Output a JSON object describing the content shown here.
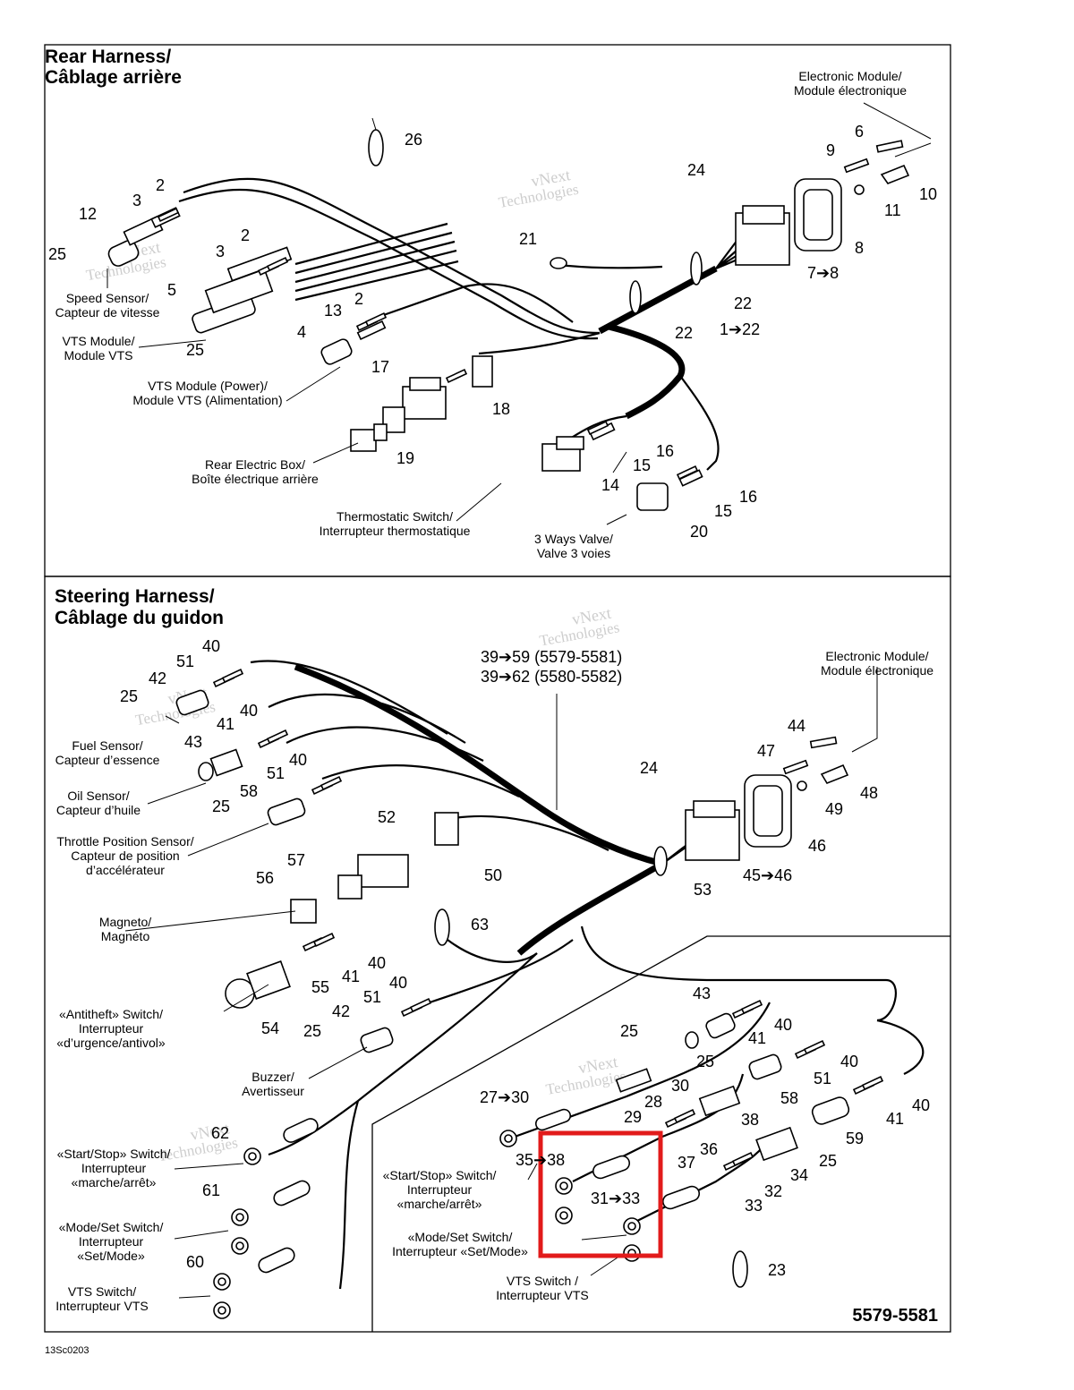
{
  "rear": {
    "title_line1": "Rear Harness/",
    "title_line2": "Câblage arrière",
    "captions": {
      "electronic_module_1": "Electronic Module/",
      "electronic_module_2": "Module électronique",
      "speed_sensor_1": "Speed Sensor/",
      "speed_sensor_2": "Capteur de vitesse",
      "vts_module_1": "VTS Module/",
      "vts_module_2": "Module VTS",
      "vts_power_1": "VTS Module (Power)/",
      "vts_power_2": "Module VTS (Alimentation)",
      "rear_box_1": "Rear Electric Box/",
      "rear_box_2": "Boîte électrique arrière",
      "thermo_1": "Thermostatic Switch/",
      "thermo_2": "Interrupteur  thermostatique",
      "valve_1": "3 Ways Valve/",
      "valve_2": "Valve 3 voies"
    },
    "numbers": {
      "n26": "26",
      "n6": "6",
      "n9": "9",
      "n24": "24",
      "n10": "10",
      "n11": "11",
      "n8": "8",
      "n78": "7➔8",
      "n2a": "2",
      "n3a": "3",
      "n12": "12",
      "n25a": "25",
      "n2b": "2",
      "n3b": "3",
      "n5": "5",
      "n21": "21",
      "n22a": "22",
      "n22b": "22",
      "n122": "1➔22",
      "n13": "13",
      "n2c": "2",
      "n4": "4",
      "n25b": "25",
      "n17": "17",
      "n18": "18",
      "n16a": "16",
      "n15a": "15",
      "n19": "19",
      "n14": "14",
      "n16b": "16",
      "n15b": "15",
      "n20": "20"
    }
  },
  "steering": {
    "title_line1": "Steering Harness/",
    "title_line2": "Câblage du guidon",
    "range_1": "39➔59 (5579-5581)",
    "range_2": "39➔62 (5580-5582)",
    "captions": {
      "electronic_module_1": "Electronic Module/",
      "electronic_module_2": "Module électronique",
      "fuel_1": "Fuel Sensor/",
      "fuel_2": "Capteur d’essence",
      "oil_1": "Oil Sensor/",
      "oil_2": "Capteur d’huile",
      "tps_1": "Throttle Position Sensor/",
      "tps_2": "Capteur de position",
      "tps_3": "d’accélérateur",
      "magneto_1": "Magneto/",
      "magneto_2": "Magnéto",
      "antitheft_1": "«Antitheft» Switch/",
      "antitheft_2": "Interrupteur",
      "antitheft_3": "«d’urgence/antivol»",
      "buzzer_1": "Buzzer/",
      "buzzer_2": "Avertisseur",
      "startstop_1": "«Start/Stop» Switch/",
      "startstop_2": "Interrupteur",
      "startstop_3": "«marche/arrêt»",
      "modeset_1": "«Mode/Set Switch/",
      "modeset_2": "Interrupteur",
      "modeset_3": "«Set/Mode»",
      "vts_1": "VTS Switch/",
      "vts_2": "Interrupteur VTS",
      "in_startstop_1": "«Start/Stop» Switch/",
      "in_startstop_2": "Interrupteur",
      "in_startstop_3": "«marche/arrêt»",
      "in_modeset_1": "«Mode/Set Switch/",
      "in_modeset_2": "Interrupteur «Set/Mode»",
      "in_vts_1": "VTS Switch /",
      "in_vts_2": "Interrupteur VTS"
    },
    "numbers": {
      "n40a": "40",
      "n51a": "51",
      "n42a": "42",
      "n25a": "25",
      "n41a": "41",
      "n40b": "40",
      "n43a": "43",
      "n40c": "40",
      "n51b": "51",
      "n58a": "58",
      "n25b": "25",
      "n52": "52",
      "n50": "50",
      "n57": "57",
      "n56": "56",
      "n63": "63",
      "n44": "44",
      "n47": "47",
      "n48": "48",
      "n49": "49",
      "n24": "24",
      "n46": "46",
      "n4546": "45➔46",
      "n53": "53",
      "n41b": "41",
      "n40d": "40",
      "n55": "55",
      "n54": "54",
      "n51c": "51",
      "n40e": "40",
      "n42b": "42",
      "n25c": "25",
      "n62": "62",
      "n61": "61",
      "n60": "60",
      "n43b": "43",
      "n40f": "40",
      "n41c": "41",
      "n25d": "25",
      "n40g": "40",
      "n51d": "51",
      "n25e": "25",
      "n58b": "58",
      "n40h": "40",
      "n41d": "41",
      "n59": "59",
      "n2730": "27➔30",
      "n29": "29",
      "n28": "28",
      "n30": "30",
      "n38": "38",
      "n3538": "35➔38",
      "n36": "36",
      "n37": "37",
      "n34": "34",
      "n25f": "25",
      "n3133": "31➔33",
      "n32": "32",
      "n33": "33",
      "n23": "23"
    }
  },
  "model_code": "5579-5581",
  "figure_code": "13Sc0203",
  "watermark_1": "vNext",
  "watermark_2": "Technologies",
  "colors": {
    "highlight_box": "#e21b1b",
    "ink": "#000000",
    "watermark": "#bdbdbd"
  }
}
